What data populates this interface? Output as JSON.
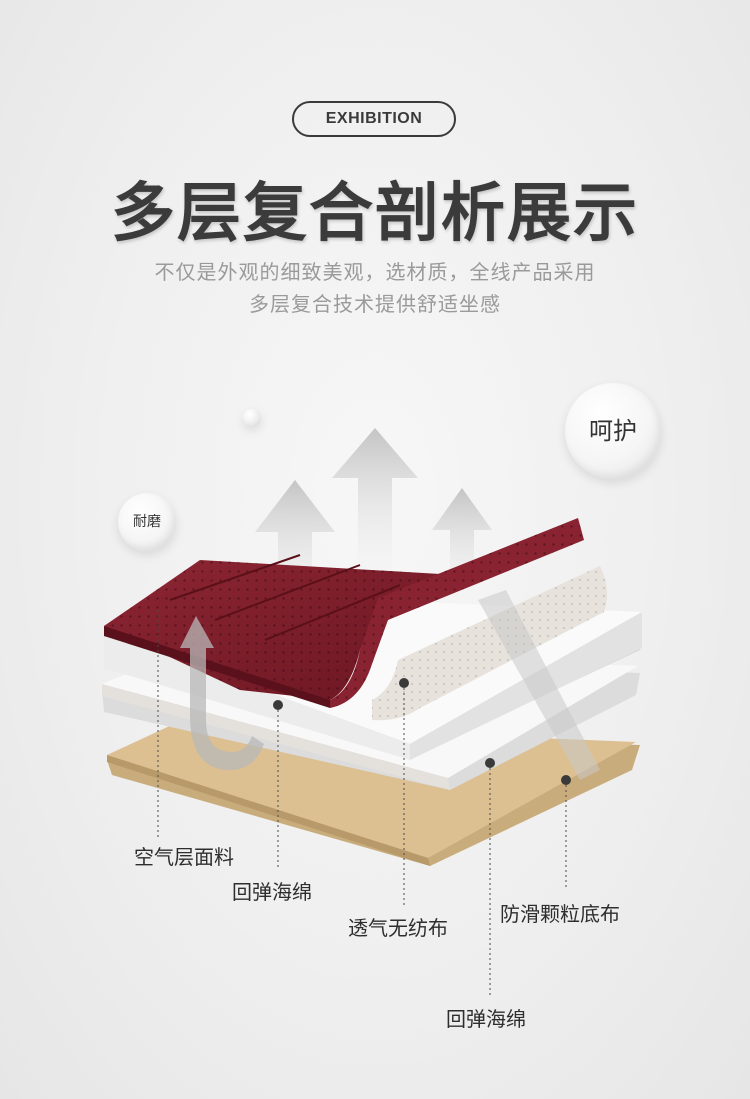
{
  "header": {
    "badge": "EXHIBITION",
    "title": "多层复合剖析展示",
    "subtitle_line1": "不仅是外观的细致美观，选材质，全线产品采用",
    "subtitle_line2": "多层复合技术提供舒适坐感"
  },
  "bubbles": {
    "protect": "呵护",
    "wear_resistant": "耐磨"
  },
  "layers": {
    "air_fabric": "空气层面料",
    "rebound_sponge_1": "回弹海绵",
    "breathable_nonwoven": "透气无纺布",
    "anti_slip_base": "防滑颗粒底布",
    "rebound_sponge_2": "回弹海绵"
  },
  "colors": {
    "leather": "#7d1e2a",
    "sponge": "#f4f4f4",
    "base": "#dcc092",
    "arrow": "#c8c8c8"
  }
}
